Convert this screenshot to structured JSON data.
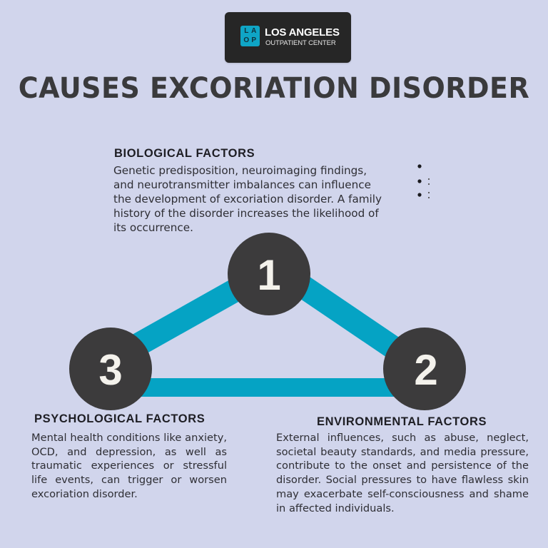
{
  "logo": {
    "mark_letters": [
      "L",
      "A",
      "O",
      "P"
    ],
    "line1": "LOS ANGELES",
    "line2": "OUTPATIENT CENTER",
    "mark_color": "#0fa5c6",
    "box_color": "#262626"
  },
  "title": "CAUSES EXCORIATION DISORDER",
  "factors": [
    {
      "number": "1",
      "heading": "BIOLOGICAL FACTORS",
      "body_lines": [
        "Genetic predisposition, neuroimaging findings,",
        "and neurotransmitter imbalances can influence",
        "the development of excoriation disorder. A family",
        "history of the disorder increases the likelihood of",
        "its occurrence."
      ]
    },
    {
      "number": "2",
      "heading": "ENVIRONMENTAL FACTORS",
      "body": "External influences, such as abuse, neglect, societal beauty standards, and media pressure, contribute to the onset and persistence of the disorder. Social pressures to have flawless skin may exacerbate self-consciousness and shame in affected individuals."
    },
    {
      "number": "3",
      "heading": "PSYCHOLOGICAL FACTORS",
      "body": "Mental health conditions like anxiety, OCD, and depression, as well as traumatic experiences or stressful life events, can trigger or worsen excoriation disorder."
    }
  ],
  "colors": {
    "background": "#d1d5ec",
    "connector": "#05a3c4",
    "node_fill": "#3c3b3c",
    "node_text": "#f4f2ec",
    "title_text": "#3a3a3c"
  }
}
